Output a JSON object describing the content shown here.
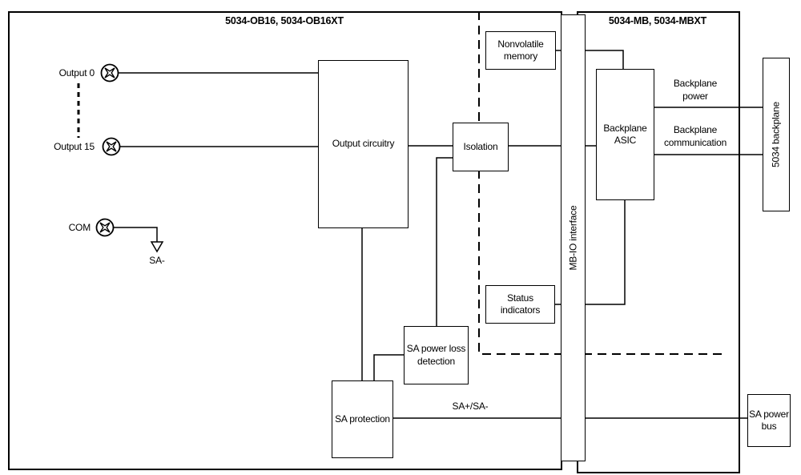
{
  "left_section": {
    "title": "5034-OB16, 5034-OB16XT"
  },
  "right_section": {
    "title": "5034-MB, 5034-MBXT"
  },
  "terminals": {
    "output0": "Output 0",
    "output15": "Output 15",
    "com": "COM"
  },
  "blocks": {
    "output_circuitry": "Output circuitry",
    "isolation": "Isolation",
    "nonvolatile_memory": "Nonvolatile memory",
    "status_indicators": "Status indicators",
    "sa_power_loss_detection": "SA power loss detection",
    "sa_protection": "SA protection",
    "mb_io_interface": "MB-IO interface",
    "backplane_asic": "Backplane ASIC",
    "backplane_5034": "5034 backplane",
    "sa_power_bus": "SA power bus"
  },
  "wire_labels": {
    "sa_minus": "SA-",
    "sa_plus_minus": "SA+/SA-",
    "backplane_power": "Backplane power",
    "backplane_communication": "Backplane communication"
  },
  "colors": {
    "line": "#000000",
    "background": "#ffffff",
    "text": "#000000"
  }
}
